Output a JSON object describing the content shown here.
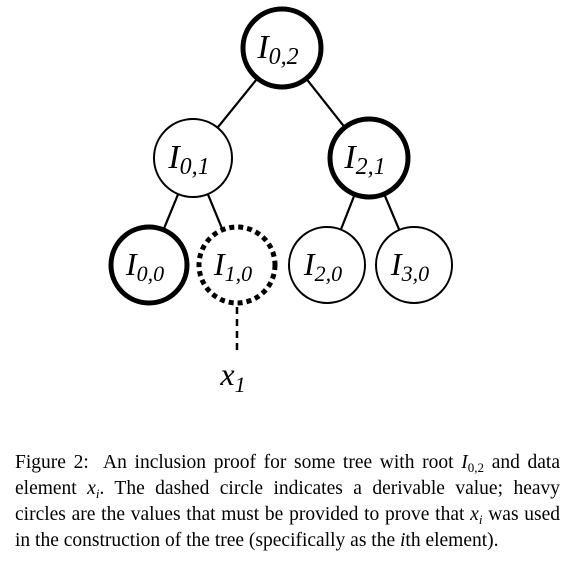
{
  "tree": {
    "nodes": [
      {
        "id": "I02",
        "letter": "I",
        "sub": "0,2",
        "style": "heavy"
      },
      {
        "id": "I01",
        "letter": "I",
        "sub": "0,1",
        "style": "normal"
      },
      {
        "id": "I21",
        "letter": "I",
        "sub": "2,1",
        "style": "heavy"
      },
      {
        "id": "I00",
        "letter": "I",
        "sub": "0,0",
        "style": "heavy"
      },
      {
        "id": "I10",
        "letter": "I",
        "sub": "1,0",
        "style": "dashed"
      },
      {
        "id": "I20",
        "letter": "I",
        "sub": "2,0",
        "style": "normal"
      },
      {
        "id": "I30",
        "letter": "I",
        "sub": "3,0",
        "style": "normal"
      }
    ],
    "edges": [
      [
        "I02",
        "I01"
      ],
      [
        "I02",
        "I21"
      ],
      [
        "I01",
        "I00"
      ],
      [
        "I01",
        "I10"
      ],
      [
        "I21",
        "I20"
      ],
      [
        "I21",
        "I30"
      ]
    ],
    "data_element": {
      "letter": "x",
      "sub": "1",
      "attached_to": "I10"
    }
  },
  "caption": {
    "label": "Figure 2:",
    "part1": "An inclusion proof for some tree with root",
    "root_letter": "I",
    "root_sub": "0,2",
    "part2": "and data element",
    "elem_letter": "x",
    "elem_sub": "i",
    "part3": ". The dashed circle indicates a derivable value; heavy circles are the values that must be provided to prove that",
    "part4": "was used in the construction of the tree (specifically as the",
    "ith_letter": "i",
    "part5": "th element)."
  }
}
